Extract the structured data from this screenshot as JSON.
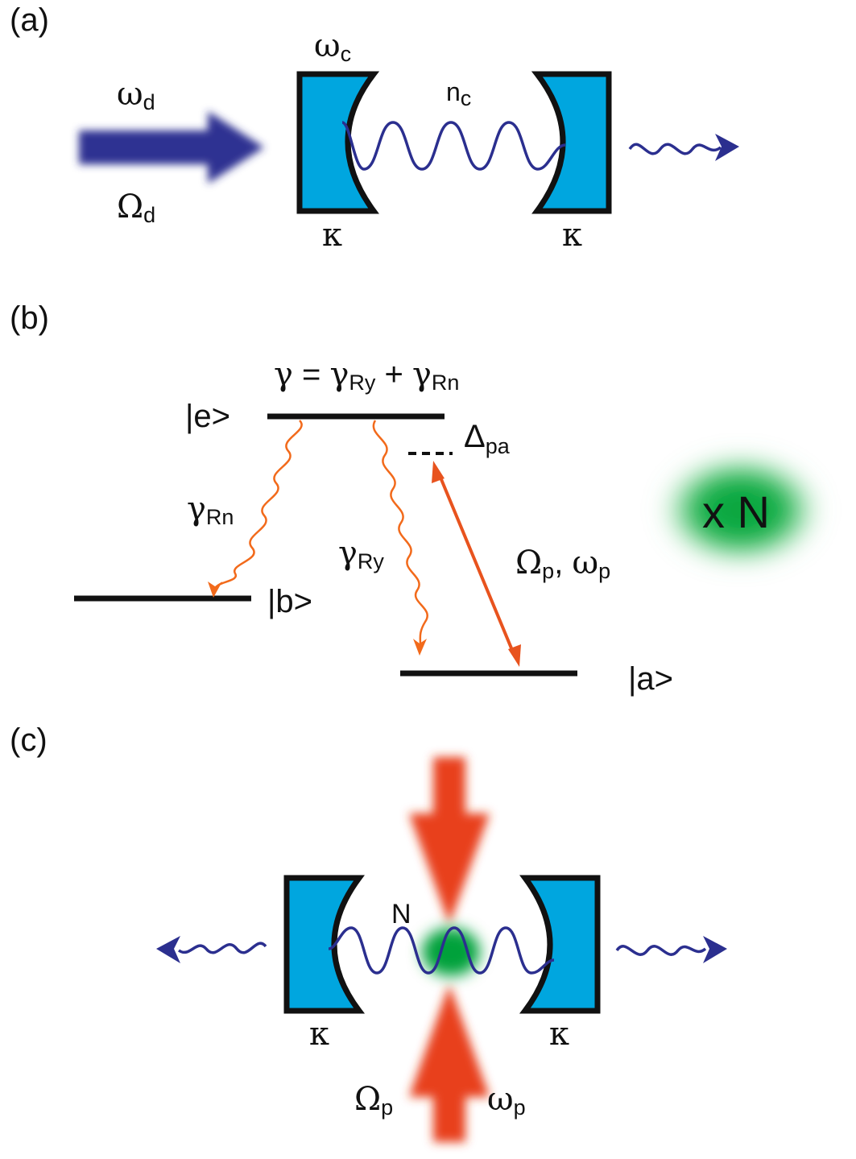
{
  "colors": {
    "mirror_fill": "#00a6df",
    "mirror_stroke": "#111111",
    "photon_blue": "#2b2f8f",
    "drive_arrow": "#2e3192",
    "decay_orange": "#f26a1b",
    "pump_red": "#e8401e",
    "atom_green": "#00a13a",
    "level_black": "#111111"
  },
  "panel_a": {
    "label": "(a)",
    "omega_c": {
      "sym": "ω",
      "sub": "c"
    },
    "omega_d": {
      "sym": "ω",
      "sub": "d"
    },
    "Omega_d": {
      "sym": "Ω",
      "sub": "d"
    },
    "n_c": {
      "sym": "n",
      "sub": "c"
    },
    "kappa_left": "κ",
    "kappa_right": "κ",
    "icons": [
      "drive-arrow-icon",
      "left-mirror-icon",
      "right-mirror-icon",
      "cavity-wave-icon",
      "output-photon-icon"
    ]
  },
  "panel_b": {
    "label": "(b)",
    "gamma_eq": {
      "g": "γ",
      "eq": " = ",
      "g1": "γ",
      "sub1": "Ry",
      "plus": " + ",
      "g2": "γ",
      "sub2": "Rn"
    },
    "level_e": "|e>",
    "level_b": "|b>",
    "level_a": "|a>",
    "delta": {
      "sym": "Δ",
      "sub": "pa"
    },
    "gamma_rn": {
      "sym": "γ",
      "sub": "Rn"
    },
    "gamma_ry": {
      "sym": "γ",
      "sub": "Ry"
    },
    "probe": {
      "sym1": "Ω",
      "sub1": "p",
      "sep": ", ",
      "sym2": "ω",
      "sub2": "p"
    },
    "ensemble": "x N"
  },
  "panel_c": {
    "label": "(c)",
    "n_label": "N",
    "kappa_left": "κ",
    "kappa_right": "κ",
    "Omega_p": {
      "sym": "Ω",
      "sub": "p"
    },
    "omega_p": {
      "sym": "ω",
      "sub": "p"
    }
  }
}
